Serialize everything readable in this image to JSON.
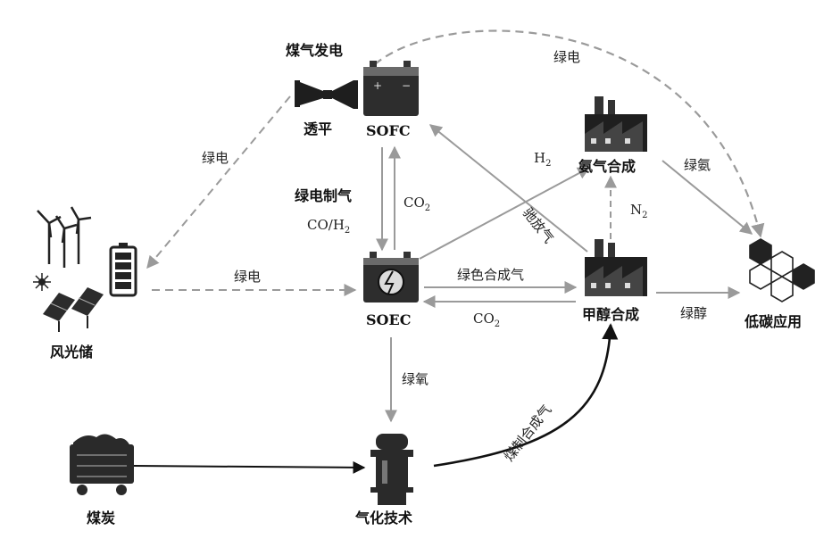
{
  "nodes": {
    "gas_power_title": "煤气发电",
    "turbine": "透平",
    "sofc": "SOFC",
    "renewable": "风光储",
    "soec": "SOEC",
    "ammonia": "氨气合成",
    "methanol": "甲醇合成",
    "lowcarbon": "低碳应用",
    "coal": "煤炭",
    "gasification": "气化技术"
  },
  "edges": {
    "green_power_top": "绿电",
    "green_power_left": "绿电",
    "green_power_mid": "绿电",
    "green_power_syngas": "绿电制气",
    "co_h2_1": "CO/H",
    "co_h2_2": "2",
    "co2_up_1": "CO",
    "co2_up_2": "2",
    "h2_1": "H",
    "h2_2": "2",
    "n2_1": "N",
    "n2_2": "2",
    "purge_gas": "驰放气",
    "green_syngas": "绿色合成气",
    "co2_back_1": "CO",
    "co2_back_2": "2",
    "green_ammonia": "绿氨",
    "green_methanol": "绿醇",
    "green_oxygen": "绿氧",
    "coal_syngas": "煤制合成气"
  },
  "colors": {
    "solid_arrow": "#999999",
    "dashed_arrow": "#9a9a9a",
    "black_arrow": "#111111",
    "icon_dark": "#2b2b2b",
    "icon_mid": "#6f6f6f",
    "icon_light": "#cfcfcf"
  }
}
